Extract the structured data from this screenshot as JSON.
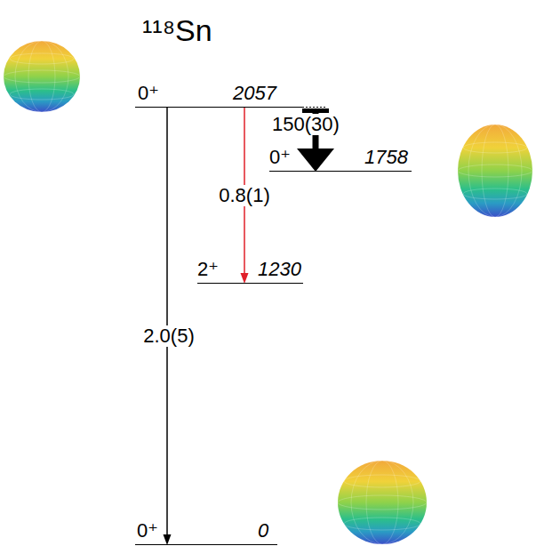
{
  "diagram": {
    "title": "¹¹⁸Sn",
    "nodes": [
      {
        "text": [
          "0⁺",
          "2057"
        ]
      },
      {
        "text": [
          "0⁺",
          "1758"
        ]
      },
      {
        "text": [
          "2⁺",
          "1230"
        ]
      },
      {
        "text": [
          "0⁺",
          "0"
        ]
      }
    ],
    "edges": [
      {
        "from": 0,
        "to": 1,
        "arrow": "to",
        "label": "150(30)"
      },
      {
        "from": 0,
        "to": 2,
        "arrow": "to",
        "label": "0.8(1)"
      },
      {
        "from": 0,
        "to": 3,
        "arrow": "to",
        "label": "2.0(5)"
      }
    ]
  }
}
